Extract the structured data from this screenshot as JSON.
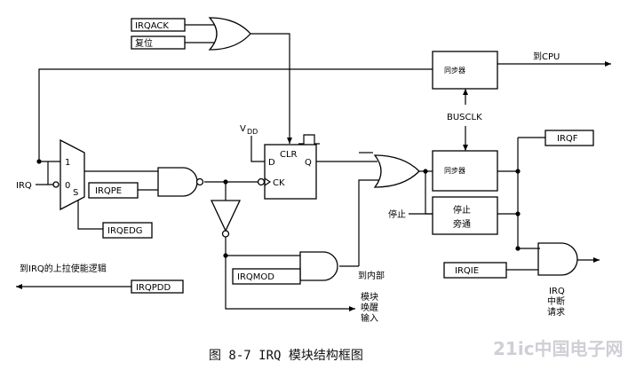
{
  "labels": {
    "irqack": "IRQACK",
    "reset": "复位",
    "to_cpu": "到CPU",
    "sync_top": "同步器",
    "busclk": "BUSCLK",
    "vdd": "V",
    "vdd_sub": "DD",
    "clr": "CLR",
    "d": "D",
    "q": "Q",
    "ck": "CK",
    "mux_1": "1",
    "mux_0": "0",
    "mux_s": "S",
    "irq": "IRQ",
    "irqpe": "IRQPE",
    "irqedg": "IRQEDG",
    "sync_mid": "同步器",
    "irqf": "IRQF",
    "stop": "停止",
    "stop_bypass_1": "停止",
    "stop_bypass_2": "旁通",
    "irqmod": "IRQMOD",
    "to_internal": "到内部",
    "wake_1": "模块",
    "wake_2": "唤醒",
    "wake_3": "输入",
    "pullup": "到IRQ的上拉使能逻辑",
    "irqpdd": "IRQPDD",
    "irqie": "IRQIE",
    "irq_int_1": "IRQ",
    "irq_int_2": "中断",
    "irq_int_3": "请求",
    "caption": "图 8-7 IRQ 模块结构框图",
    "watermark": "21ic中国电子网"
  }
}
